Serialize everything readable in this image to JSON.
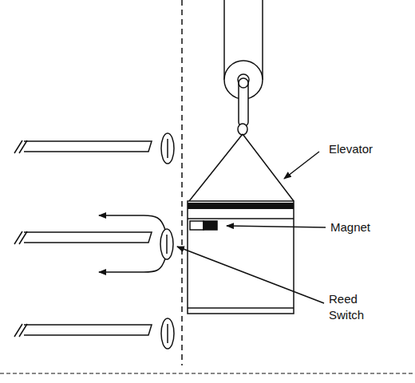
{
  "diagram": {
    "labels": [
      "Elevator",
      "Magnet",
      "Reed Switch"
    ]
  }
}
